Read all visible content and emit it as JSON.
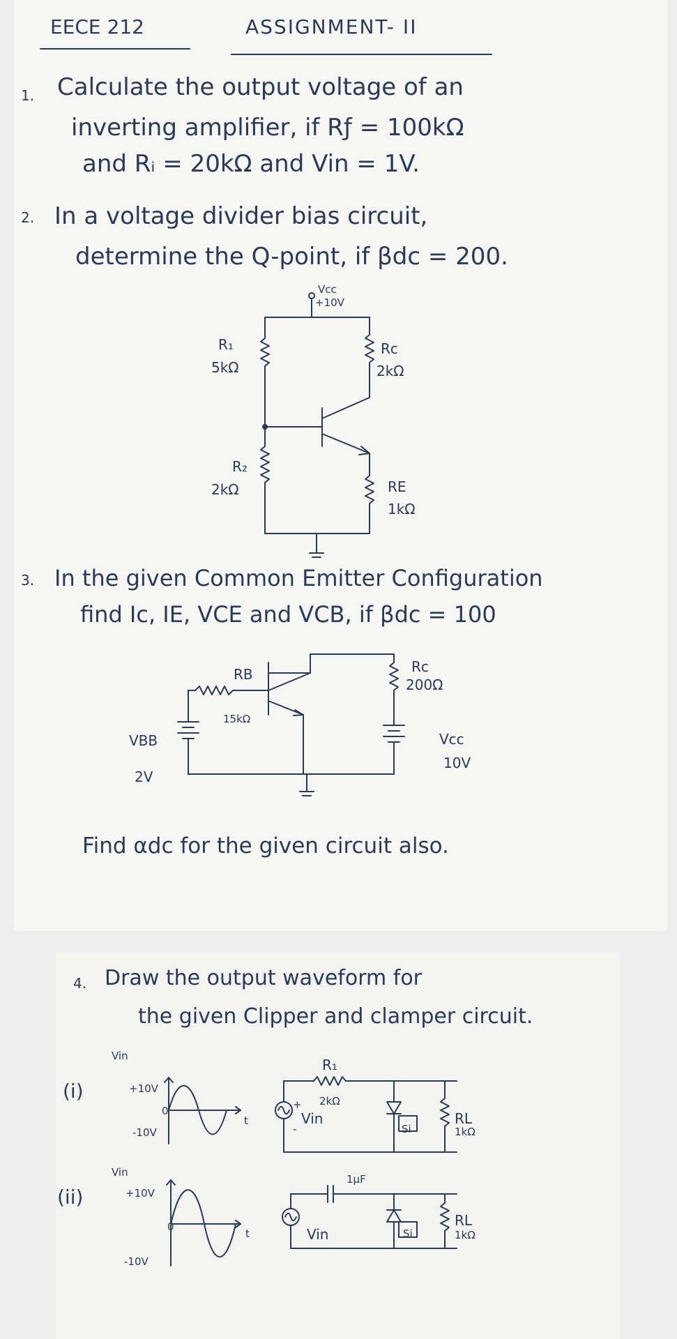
{
  "header": {
    "course": "EECE 212",
    "assignment": "ASSIGNMENT- II"
  },
  "q1": {
    "num": "1.",
    "line1": "Calculate the output voltage of an",
    "line2": "inverting amplifier, if Rƒ = 100kΩ",
    "line3": "and Rᵢ = 20kΩ and Vin = 1V."
  },
  "q2": {
    "num": "2.",
    "line1": "In a voltage divider bias circuit,",
    "line2": "determine the Q-point, if βdc = 200.",
    "circuit": {
      "vcc_label": "Vcc",
      "vcc_value": "+10V",
      "r1_label": "R₁",
      "r1_value": "5kΩ",
      "rc_label": "Rc",
      "rc_value": "2kΩ",
      "r2_label": "R₂",
      "r2_value": "2kΩ",
      "re_label": "RE",
      "re_value": "1kΩ"
    }
  },
  "q3": {
    "num": "3.",
    "line1": "In the given Common Emitter Configuration",
    "line2": "find Ic, IE, VCE and VCB, if βdc = 100",
    "circuit": {
      "rb_label": "RB",
      "rb_value": "15kΩ",
      "rc_label": "Rc",
      "rc_value": "200Ω",
      "vbb_label": "VBB",
      "vbb_value": "2V",
      "vcc_label": "Vcc",
      "vcc_value": "10V"
    },
    "footer": "Find αdc for the given circuit also."
  },
  "q4": {
    "num": "4.",
    "line1": "Draw the output waveform for",
    "line2": "the given Clipper and clamper circuit.",
    "part1": {
      "index": "(i)",
      "vin_axis": "Vin",
      "pos_tick": "+10V",
      "zero_tick": "0",
      "neg_tick": "-10V",
      "t_axis": "t",
      "r1_label": "R₁",
      "r1_value": "2kΩ",
      "plus_sign": "+",
      "minus_sign": "-",
      "vin_label": "Vin",
      "diode_label": "Si",
      "rl_label": "RL",
      "rl_value": "1kΩ"
    },
    "part2": {
      "index": "(ii)",
      "vin_axis": "Vin",
      "pos_tick": "+10V",
      "zero_tick": "0",
      "neg_tick": "-10V",
      "t_axis": "t",
      "cap_label": "1µF",
      "vin_label": "Vin",
      "diode_label": "Si",
      "rl_label": "RL",
      "rl_value": "1kΩ"
    }
  }
}
